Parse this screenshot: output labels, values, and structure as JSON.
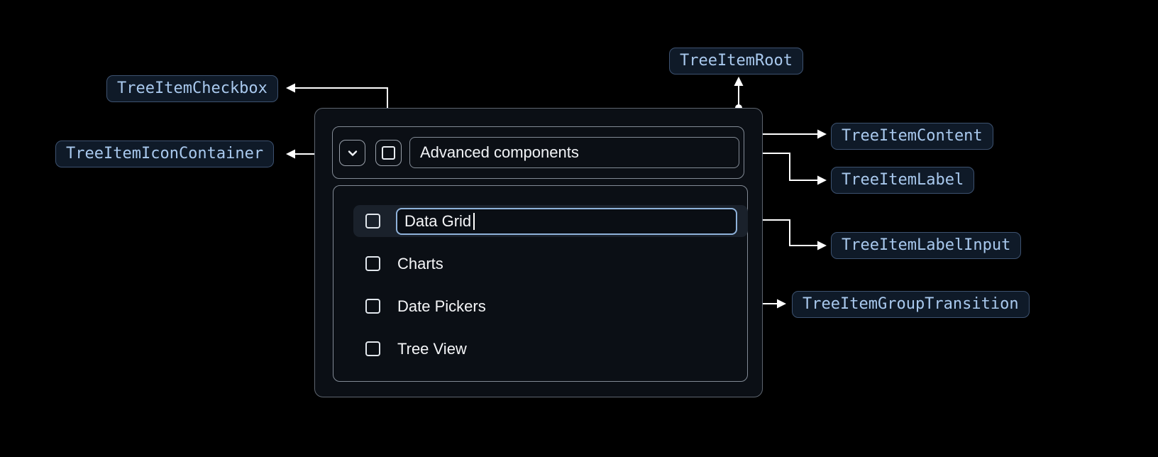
{
  "badges": {
    "checkbox": "TreeItemCheckbox",
    "icon_container": "TreeItemIconContainer",
    "root": "TreeItemRoot",
    "content": "TreeItemContent",
    "label": "TreeItemLabel",
    "label_input": "TreeItemLabelInput",
    "group_transition": "TreeItemGroupTransition"
  },
  "tree": {
    "parent_label": "Advanced components",
    "editing_value": "Data Grid",
    "items": [
      "Charts",
      "Date Pickers",
      "Tree View"
    ]
  },
  "icons": {
    "expand": "chevron-down-icon",
    "parent_checkbox": "checkbox-icon",
    "row_checkbox": "checkbox-unchecked-icon"
  },
  "colors": {
    "background": "#000000",
    "badge_background": "#0f1a28",
    "badge_border": "#3d5270",
    "badge_text": "#a9c9ee",
    "component_border": "#828a95",
    "root_border": "#5f6670",
    "input_focus_border": "#8fb2da",
    "row_highlight": "#1a212b",
    "text": "#f0f3f6",
    "connector": "#ffffff"
  }
}
